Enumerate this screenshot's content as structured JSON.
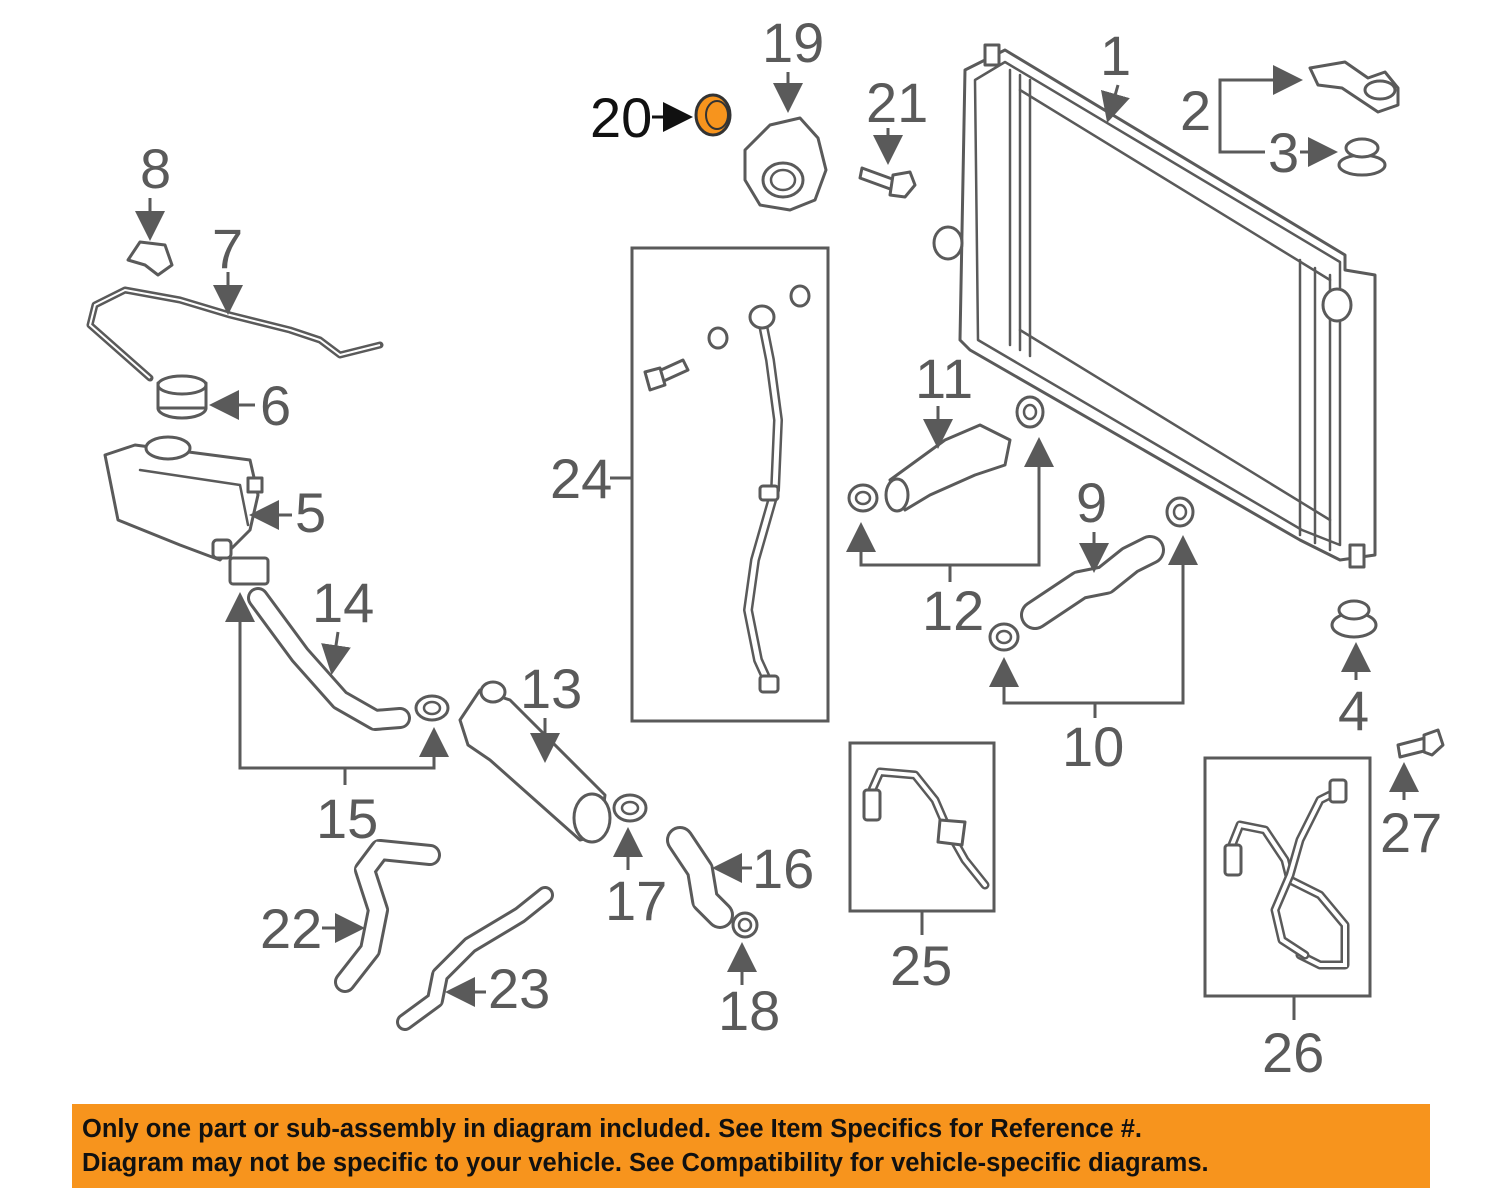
{
  "diagram": {
    "highlight_color": "#f7941d",
    "highlighted_callout": "20",
    "callouts": [
      "1",
      "2",
      "3",
      "4",
      "5",
      "6",
      "7",
      "8",
      "9",
      "10",
      "11",
      "12",
      "13",
      "14",
      "15",
      "16",
      "17",
      "18",
      "19",
      "20",
      "21",
      "22",
      "23",
      "24",
      "25",
      "26",
      "27"
    ]
  },
  "footer": {
    "line1": "Only one part or sub-assembly in diagram included. See Item Specifics for Reference #.",
    "line2": "Diagram may not be specific to your vehicle. See Compatibility for vehicle-specific diagrams."
  }
}
